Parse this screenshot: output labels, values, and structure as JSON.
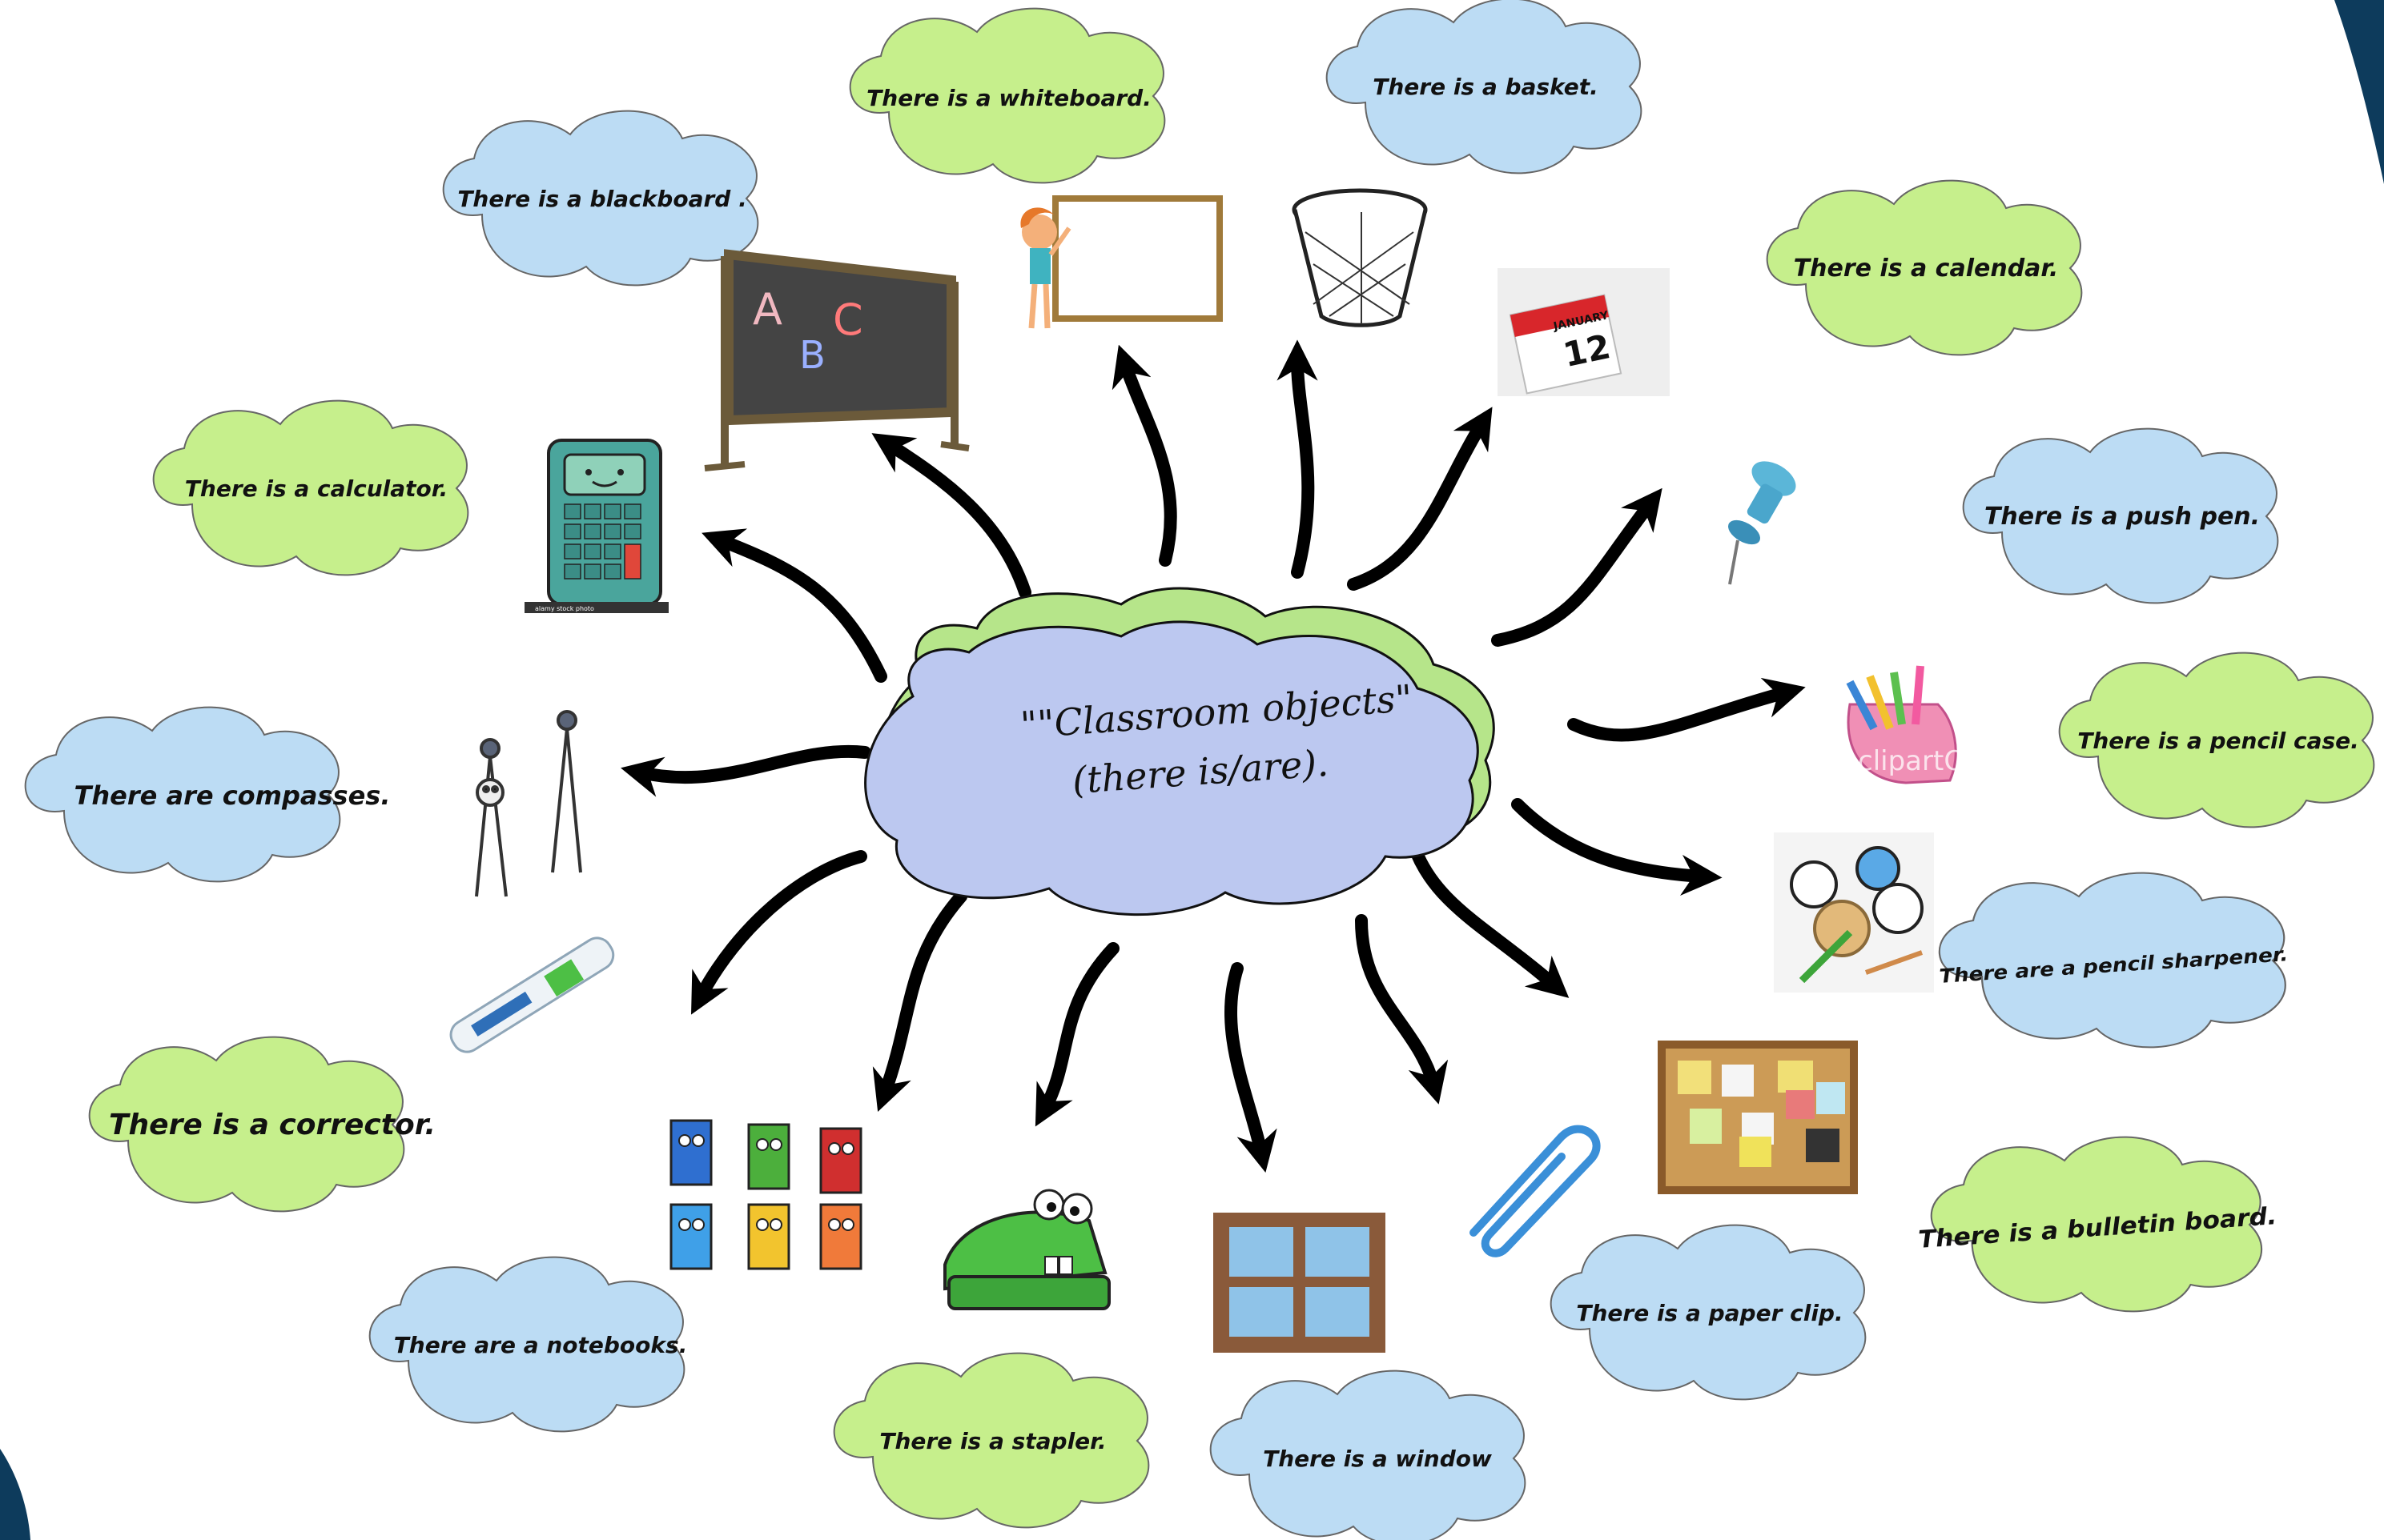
{
  "center": {
    "line1": "\"\"Classroom objects\"",
    "line2": "(there is/are)."
  },
  "labels": {
    "whiteboard": "There is a whiteboard.",
    "basket": "There is a basket.",
    "blackboard": "There is a blackboard .",
    "calendar": "There is a calendar.",
    "calculator": "There is a calculator.",
    "push_pen": "There is a push pen.",
    "pencil_case": "There is a pencil case.",
    "compasses": "There are compasses.",
    "pencil_sharpener": "There are a pencil sharpener.",
    "corrector": "There is a corrector.",
    "bulletin_board": "There is a bulletin board.",
    "notebooks": "There are a notebooks.",
    "paper_clip": "There is a paper clip.",
    "stapler": "There is a stapler.",
    "window": "There is a window"
  },
  "image_text": {
    "calendar_month": "JANUARY",
    "calendar_day": "12",
    "pencil_case_watermark": "clipartO",
    "chalk_letters": [
      "A",
      "B",
      "C"
    ],
    "calculator_watermark": "alamy stock photo"
  },
  "colors": {
    "green_cloud": "#c6ef8c",
    "blue_cloud": "#bcdcf4",
    "center_fill": "#bcc8f0",
    "center_shadow": "#b6e58a",
    "arrow": "#000000",
    "corner_navy": "#0d3b5c"
  }
}
